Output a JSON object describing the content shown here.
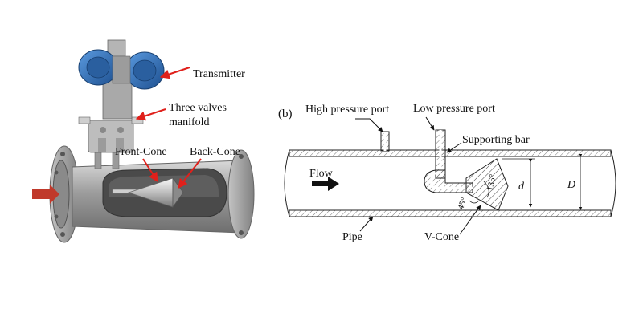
{
  "left_figure": {
    "labels": {
      "transmitter": "Transmitter",
      "manifold_line1": "Three valves",
      "manifold_line2": "manifold",
      "front_cone": "Front-Cone",
      "back_cone": "Back-Cone"
    }
  },
  "right_figure": {
    "panel_label": "(b)",
    "labels": {
      "high_pressure_port": "High pressure port",
      "low_pressure_port": "Low pressure port",
      "supporting_bar": "Supporting bar",
      "flow": "Flow",
      "pipe": "Pipe",
      "v_cone": "V-Cone",
      "angle_45": "45°",
      "angle_135": "135°",
      "dim_d_small": "d",
      "dim_d_large": "D"
    }
  },
  "colors": {
    "arrow_red": "#e0201b",
    "transmitter_blue": "#2f6fb8",
    "metal_gray": "#a9a9a9",
    "hatch": "#333333"
  }
}
